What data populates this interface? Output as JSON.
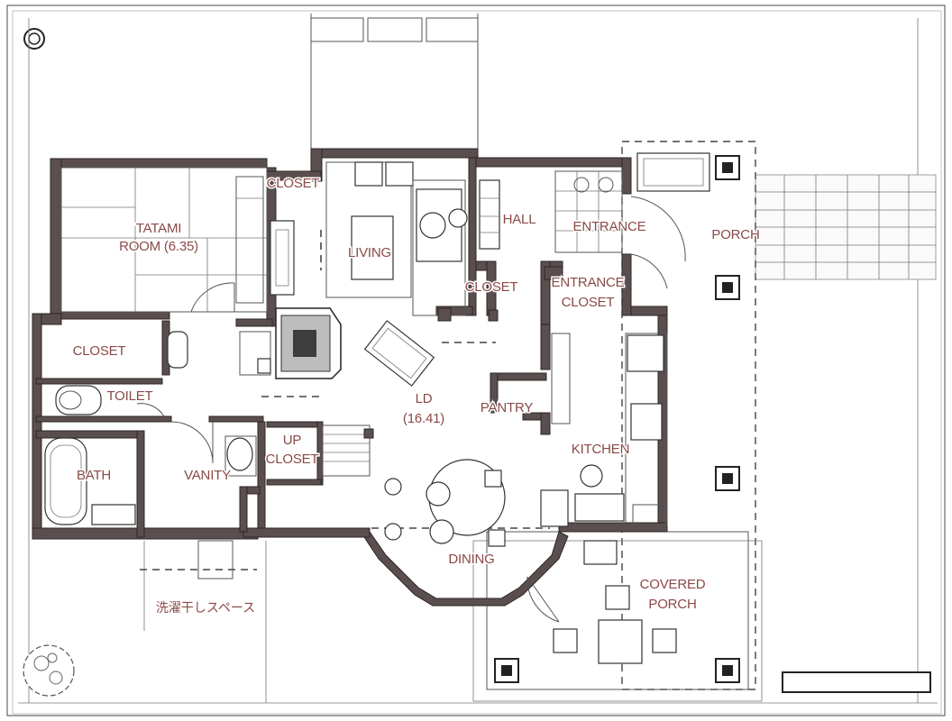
{
  "rooms": {
    "closet_top": "CLOSET",
    "tatami_line1": "TATAMI",
    "tatami_line2": "ROOM (6.35)",
    "living": "LIVING",
    "hall": "HALL",
    "entrance": "ENTRANCE",
    "porch": "PORCH",
    "closet_hall": "CLOSET",
    "entrance_closet_line1": "ENTRANCE",
    "entrance_closet_line2": "CLOSET",
    "closet_left": "CLOSET",
    "toilet": "TOILET",
    "ld_line1": "LD",
    "ld_line2": "(16.41)",
    "pantry": "PANTRY",
    "kitchen": "KITCHEN",
    "up_closet_line1": "UP",
    "up_closet_line2": "CLOSET",
    "bath": "BATH",
    "vanity": "VANITY",
    "dining": "DINING",
    "covered_porch_line1": "COVERED",
    "covered_porch_line2": "PORCH",
    "laundry_space": "洗濯干しスペース"
  },
  "colors": {
    "label": "#8a4a47",
    "wall": "#5a4e4f",
    "line": "#555555"
  },
  "icons": [
    "north-marker-icon",
    "tree-icon",
    "scale-bar"
  ]
}
